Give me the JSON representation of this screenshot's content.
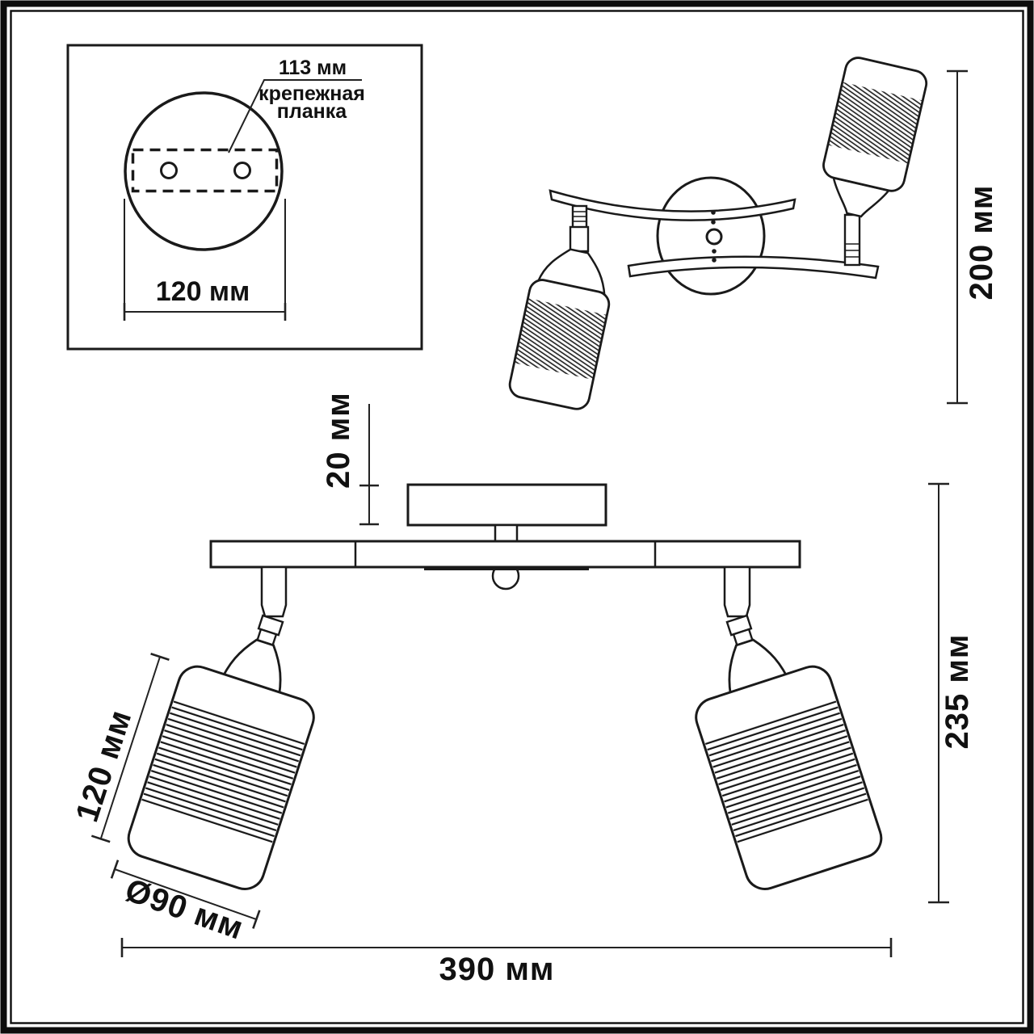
{
  "inset": {
    "hole_spacing": "113 мм",
    "mount_plate_line1": "крепежная",
    "mount_plate_line2": "планка",
    "base_width": "120 мм"
  },
  "top_view": {
    "height": "200 мм"
  },
  "front_view": {
    "canopy_height": "20 мм",
    "shade_length": "120 мм",
    "shade_diameter": "Ø90 мм",
    "overall_height": "235 мм",
    "overall_width": "390 мм"
  },
  "colors": {
    "background": "#ffffff",
    "line": "#1a1a1a",
    "dimension": "#222222",
    "hatch": "#2a2a2a"
  }
}
